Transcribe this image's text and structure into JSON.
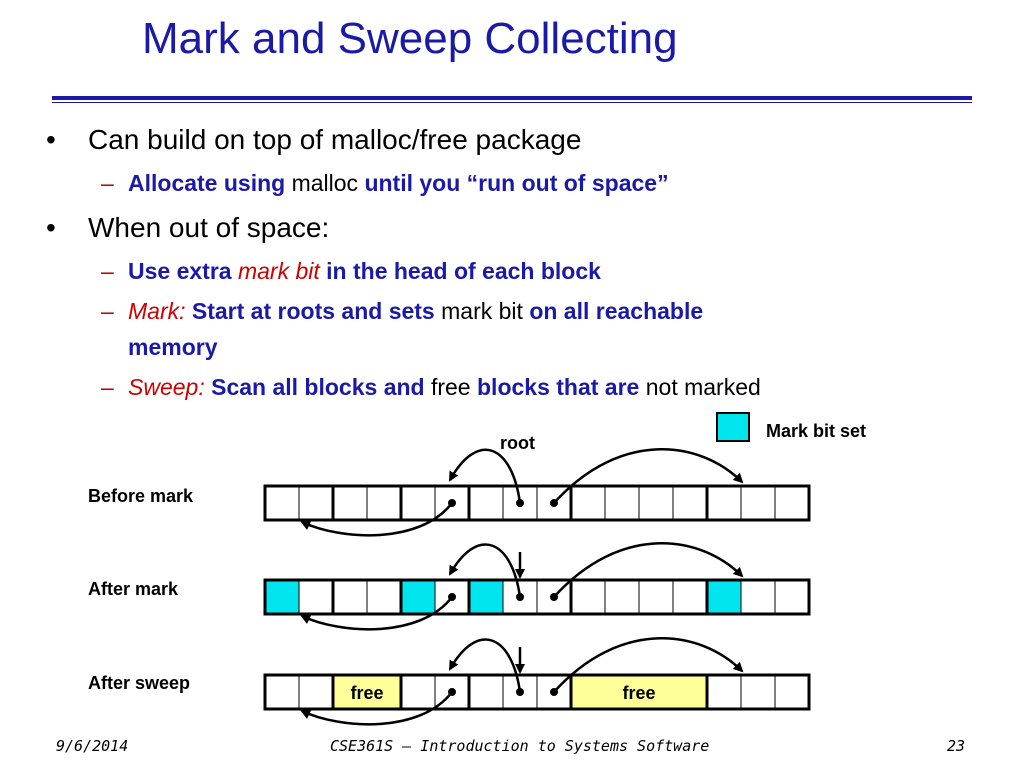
{
  "title": "Mark and Sweep Collecting",
  "bullets": [
    {
      "text": "Can build on top of malloc/free package"
    },
    {
      "text": "When out of space:"
    }
  ],
  "subbullets": {
    "s1": {
      "p1": "Allocate using",
      "p2": " malloc ",
      "p3": "until you “run out of space”"
    },
    "s2": {
      "p1": "Use extra ",
      "p2": "mark bit",
      "p3": " in the head of each block"
    },
    "s3": {
      "p1": "Mark:",
      "p2": " Start at roots and sets",
      "p3": " mark bit ",
      "p4": "on all reachable",
      "p5": "memory"
    },
    "s4": {
      "p1": "Sweep:",
      "p2": " Scan all blocks and",
      "p3": " free ",
      "p4": "blocks that are",
      "p5": " not marked"
    }
  },
  "diagram": {
    "legend_label": "Mark bit set",
    "root_label": "root",
    "row_labels": [
      "Before mark",
      "After mark",
      "After sweep"
    ],
    "free_label": "free",
    "colors": {
      "mark": "#00e5ee",
      "free": "#ffff99",
      "title": "#1a1aa6",
      "accent": "#cc0000"
    }
  },
  "footer": {
    "date": "9/6/2014",
    "course": "CSE361S – Introduction to Systems Software",
    "page": "23"
  }
}
